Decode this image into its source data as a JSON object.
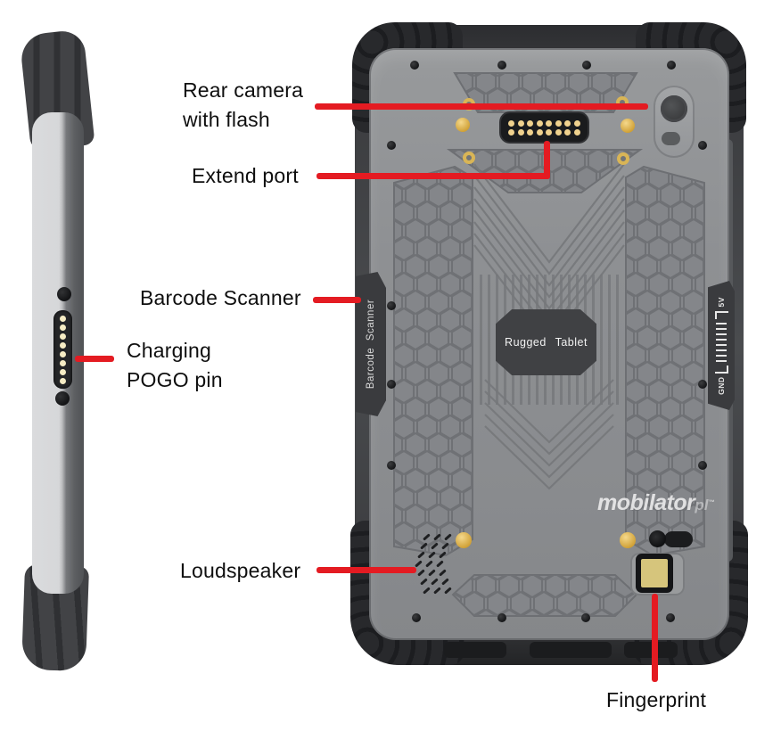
{
  "figure": {
    "description": "Rugged tablet rear and side view with feature callouts",
    "background": "#ffffff"
  },
  "callouts": {
    "rear_camera_1": "Rear camera",
    "rear_camera_2": "with flash",
    "extend_port": "Extend port",
    "barcode_scanner": "Barcode Scanner",
    "charging_1": "Charging",
    "charging_2": "POGO pin",
    "loudspeaker": "Loudspeaker",
    "fingerprint": "Fingerprint"
  },
  "markings": {
    "back_plate": "Rugged Tablet",
    "left_rail": "Barcode Scanner",
    "rail_top": "5V",
    "rail_bottom": "GND",
    "brand": "mobilator",
    "brand_suffix": "pl",
    "brand_tm": "™"
  },
  "colors": {
    "callout_line": "#e41b22",
    "label_text": "#0f0f0f",
    "body_gray": "#8d8f92",
    "bumper_black": "#232426",
    "gold": "#d9b556",
    "fingerprint_pad": "#d6c57c"
  }
}
